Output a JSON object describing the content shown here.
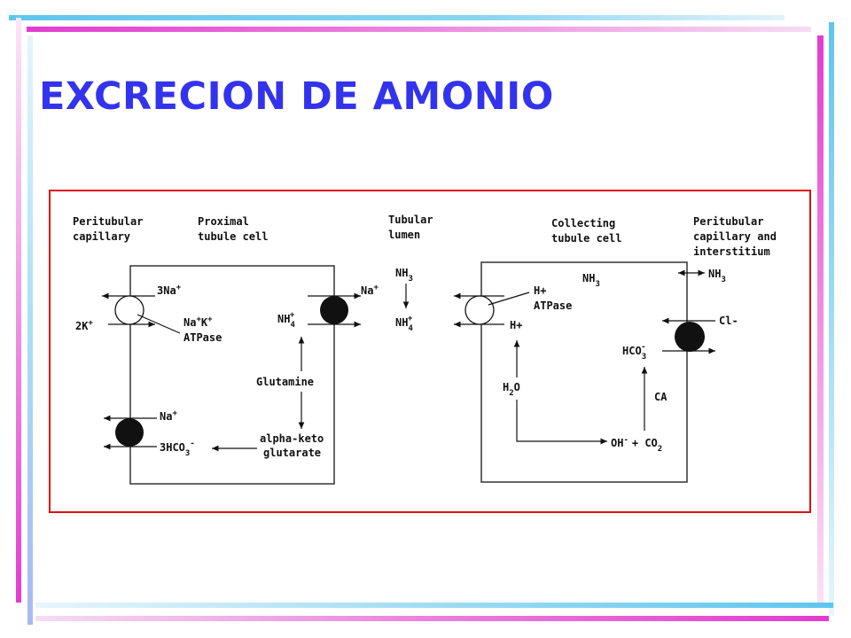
{
  "slide": {
    "title": "EXCRECION DE AMONIO"
  },
  "diagram": {
    "headers": {
      "peritubular_capillary_left_1": "Peritubular",
      "peritubular_capillary_left_2": "capillary",
      "proximal_1": "Proximal",
      "proximal_2": "tubule cell",
      "lumen_1": "Tubular",
      "lumen_2": "lumen",
      "collecting_1": "Collecting",
      "collecting_2": "tubule cell",
      "peritubular_right_1": "Peritubular",
      "peritubular_right_2": "capillary and",
      "peritubular_right_3": "interstitium"
    },
    "proximal": {
      "na3": "3Na",
      "k2": "2K",
      "atpase_1": "Na",
      "atpase_k": "K",
      "atpase_2": "ATPase",
      "na_lower": "Na",
      "hco3_3": "3HCO",
      "na_lumen": "Na",
      "nh4": "NH",
      "glutamine": "Glutamine",
      "alpha_1": "alpha-keto",
      "alpha_2": "glutarate"
    },
    "lumen": {
      "nh3": "NH",
      "nh4": "NH"
    },
    "collecting": {
      "h_atpase_1": "H+",
      "h_atpase_2": "ATPase",
      "h_lower": "H+",
      "nh3_cell": "NH",
      "nh3_right": "NH",
      "cl": "Cl-",
      "hco3": "HCO",
      "h2o_h": "H",
      "h2o_o": "O",
      "ca": "CA",
      "oh_plus_co2": "OH",
      "co2": "+ CO"
    },
    "sub": {
      "three": "3",
      "four": "4",
      "two": "2",
      "plus": "+",
      "minus": "-"
    }
  }
}
